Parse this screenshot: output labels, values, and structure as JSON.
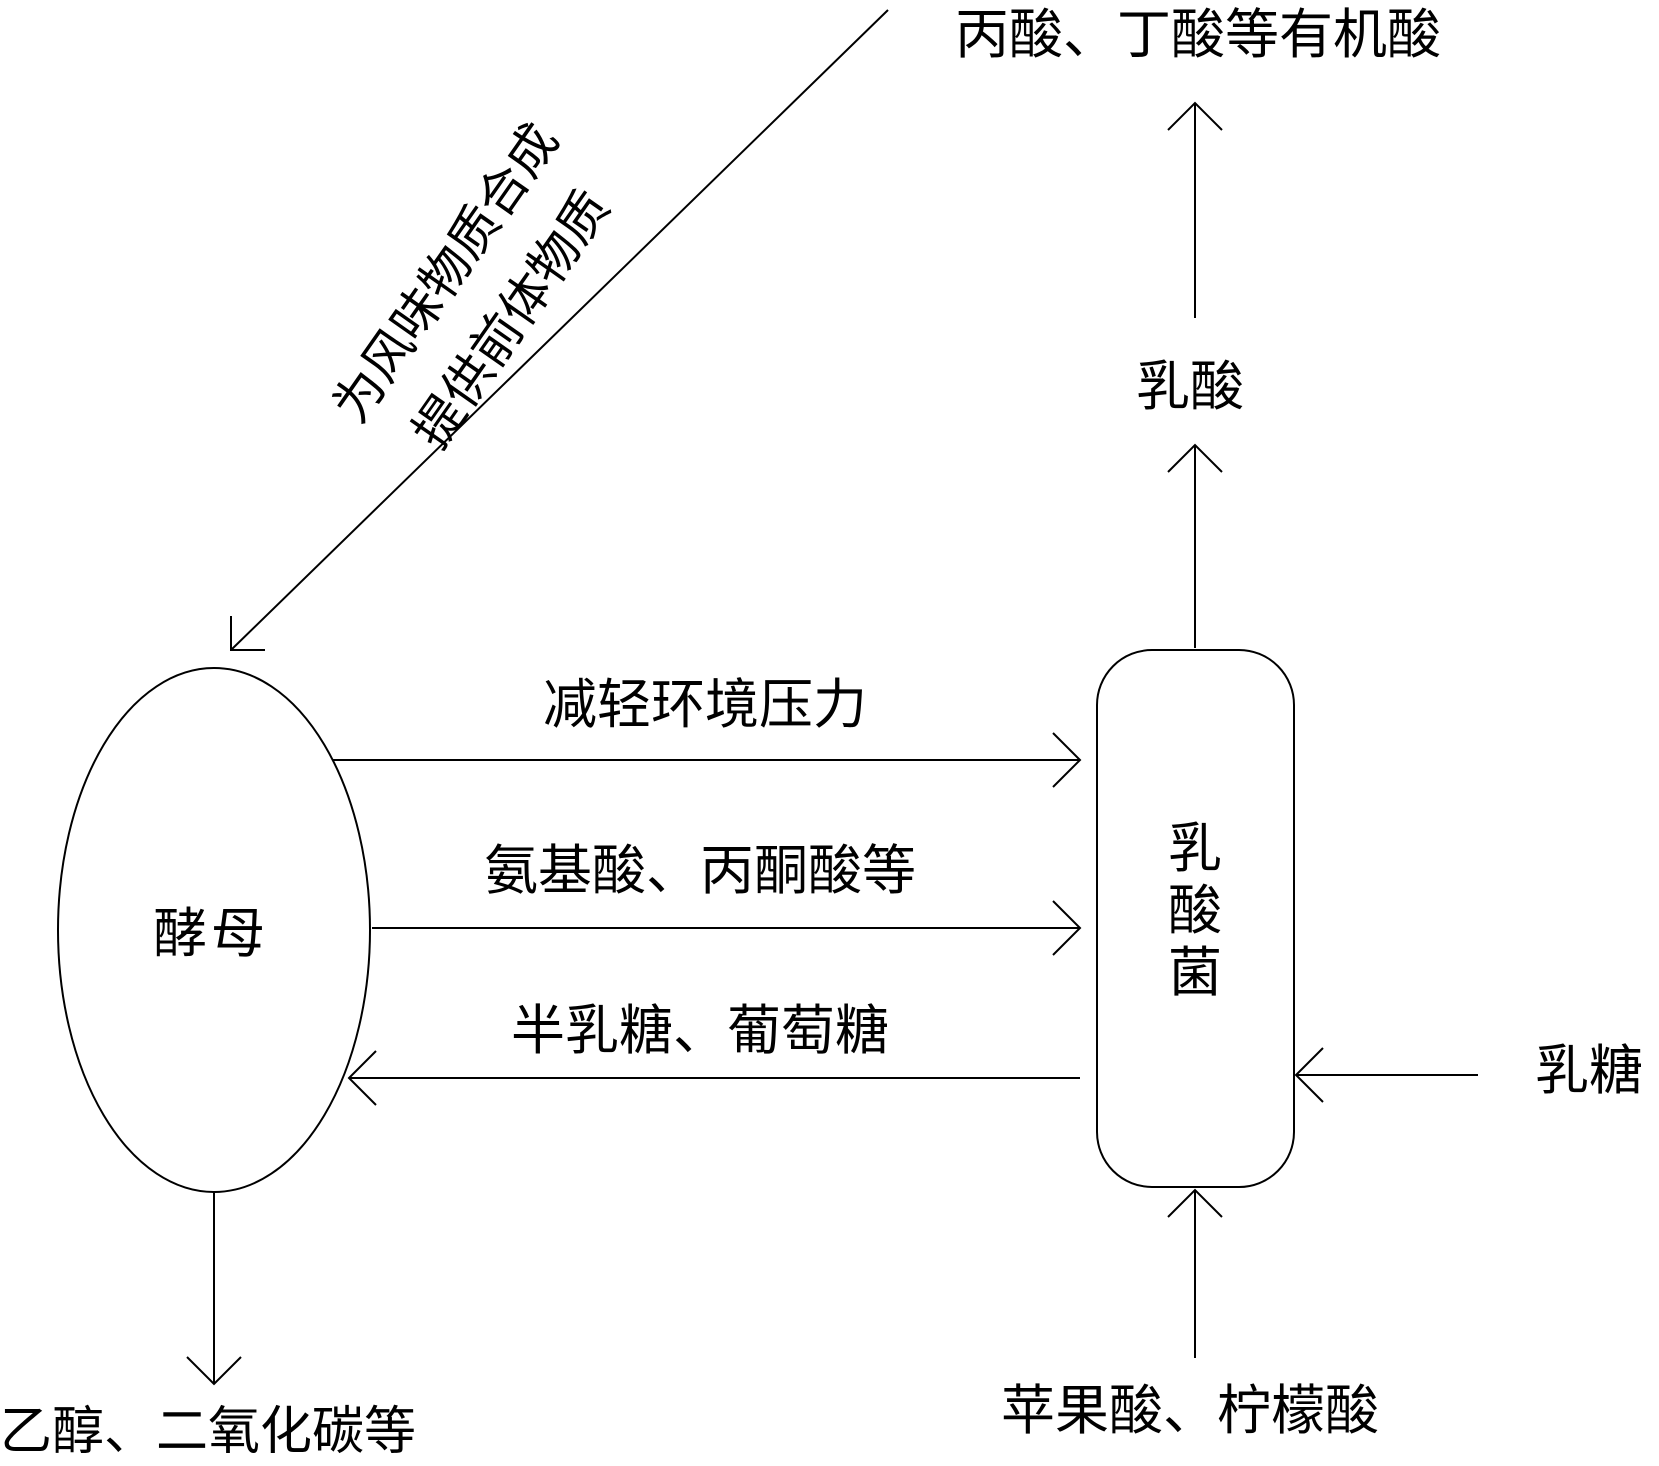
{
  "nodes": {
    "yeast": "酵母",
    "lab": "乳酸菌"
  },
  "labels": {
    "flavor_line1": "为风味物质合成",
    "flavor_line2": "提供前体物质",
    "organic_acids": "丙酸、丁酸等有机酸",
    "lactic_acid": "乳酸",
    "reduce_stress": "减轻环境压力",
    "amino_pyruvate": "氨基酸、丙酮酸等",
    "galactose_glucose": "半乳糖、葡萄糖",
    "lactose": "乳糖",
    "malic_citric": "苹果酸、柠檬酸",
    "ethanol_co2": "乙醇、二氧化碳等"
  }
}
